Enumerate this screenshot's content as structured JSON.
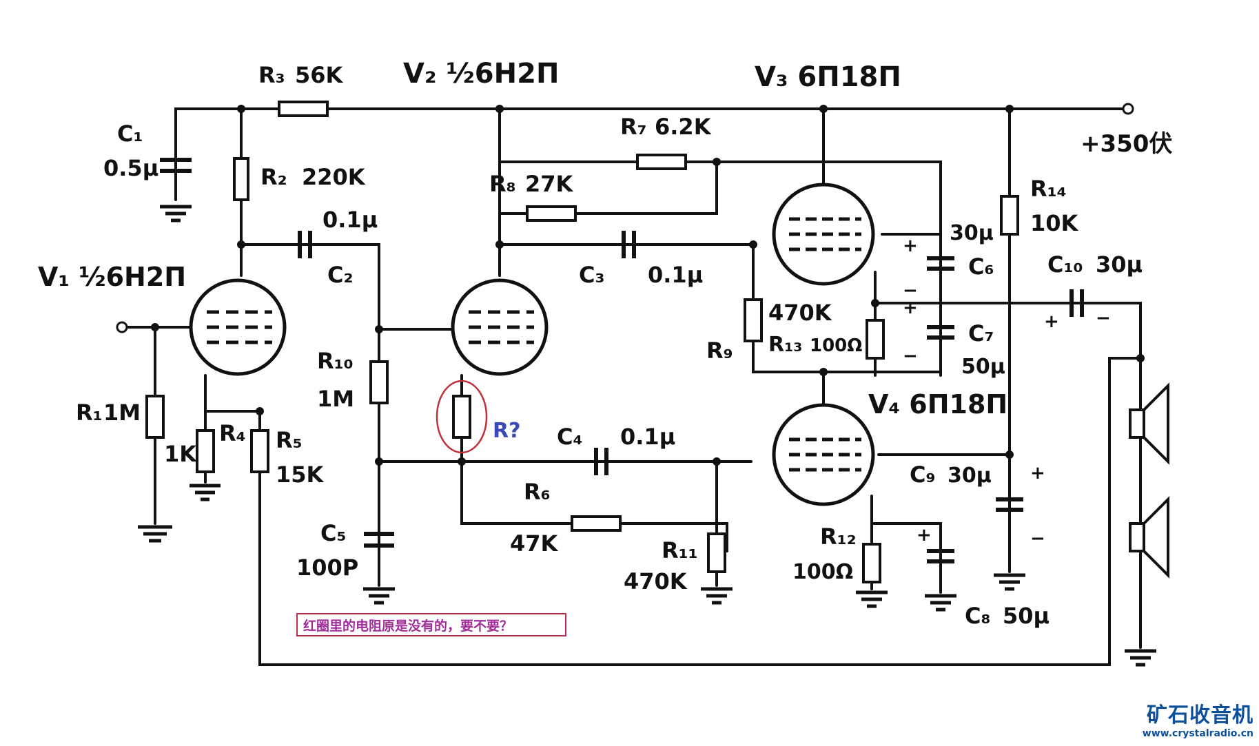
{
  "tubes": {
    "v1": {
      "name": "V₁ ½6H2Π"
    },
    "v2": {
      "name": "V₂ ½6H2Π"
    },
    "v3": {
      "name": "V₃ 6Π18Π"
    },
    "v4": {
      "name": "V₄ 6Π18Π"
    }
  },
  "supply": {
    "voltage": "+350伏"
  },
  "resistors": {
    "r1": {
      "ref": "R₁",
      "value": "1M"
    },
    "r2": {
      "ref": "R₂",
      "value": "220K"
    },
    "r3": {
      "ref": "R₃",
      "value": "56K"
    },
    "r4": {
      "ref": "R₄",
      "value": "1K"
    },
    "r5": {
      "ref": "R₅",
      "value": "15K"
    },
    "r6": {
      "ref": "R₆",
      "value": "47K"
    },
    "r7": {
      "ref": "R₇",
      "value": "6.2K"
    },
    "r8": {
      "ref": "R₈",
      "value": "27K"
    },
    "r9": {
      "ref": "R₉",
      "value": "470K"
    },
    "r10": {
      "ref": "R₁₀",
      "value": "1M"
    },
    "r11": {
      "ref": "R₁₁",
      "value": "470K"
    },
    "r12": {
      "ref": "R₁₂",
      "value": "100Ω"
    },
    "r13": {
      "ref": "R₁₃",
      "value": "100Ω"
    },
    "r14": {
      "ref": "R₁₄",
      "value": "10K"
    },
    "rq": {
      "ref": "R?"
    }
  },
  "capacitors": {
    "c1": {
      "ref": "C₁",
      "value": "0.5μ"
    },
    "c2": {
      "ref": "C₂",
      "value": "0.1μ"
    },
    "c3": {
      "ref": "C₃",
      "value": "0.1μ"
    },
    "c4": {
      "ref": "C₄",
      "value": "0.1μ"
    },
    "c5": {
      "ref": "C₅",
      "value": "100P"
    },
    "c6": {
      "ref": "C₆",
      "value": "30μ"
    },
    "c7": {
      "ref": "C₇",
      "value": "50μ"
    },
    "c8": {
      "ref": "C₈",
      "value": "50μ"
    },
    "c9": {
      "ref": "C₉",
      "value": "30μ"
    },
    "c10": {
      "ref": "C₁₀",
      "value": "30μ"
    }
  },
  "polarity": {
    "plus": "+",
    "minus": "−"
  },
  "note": {
    "text": "红圈里的电阻原是没有的，要不要？"
  },
  "watermark": {
    "title": "矿石收音机",
    "url": "www.crystalradio.cn"
  },
  "colors": {
    "ink": "#111111",
    "highlight": "#c0303a",
    "annotation": "#3a48b8",
    "note": "#a12d9a",
    "brand": "#0d4f9a"
  }
}
